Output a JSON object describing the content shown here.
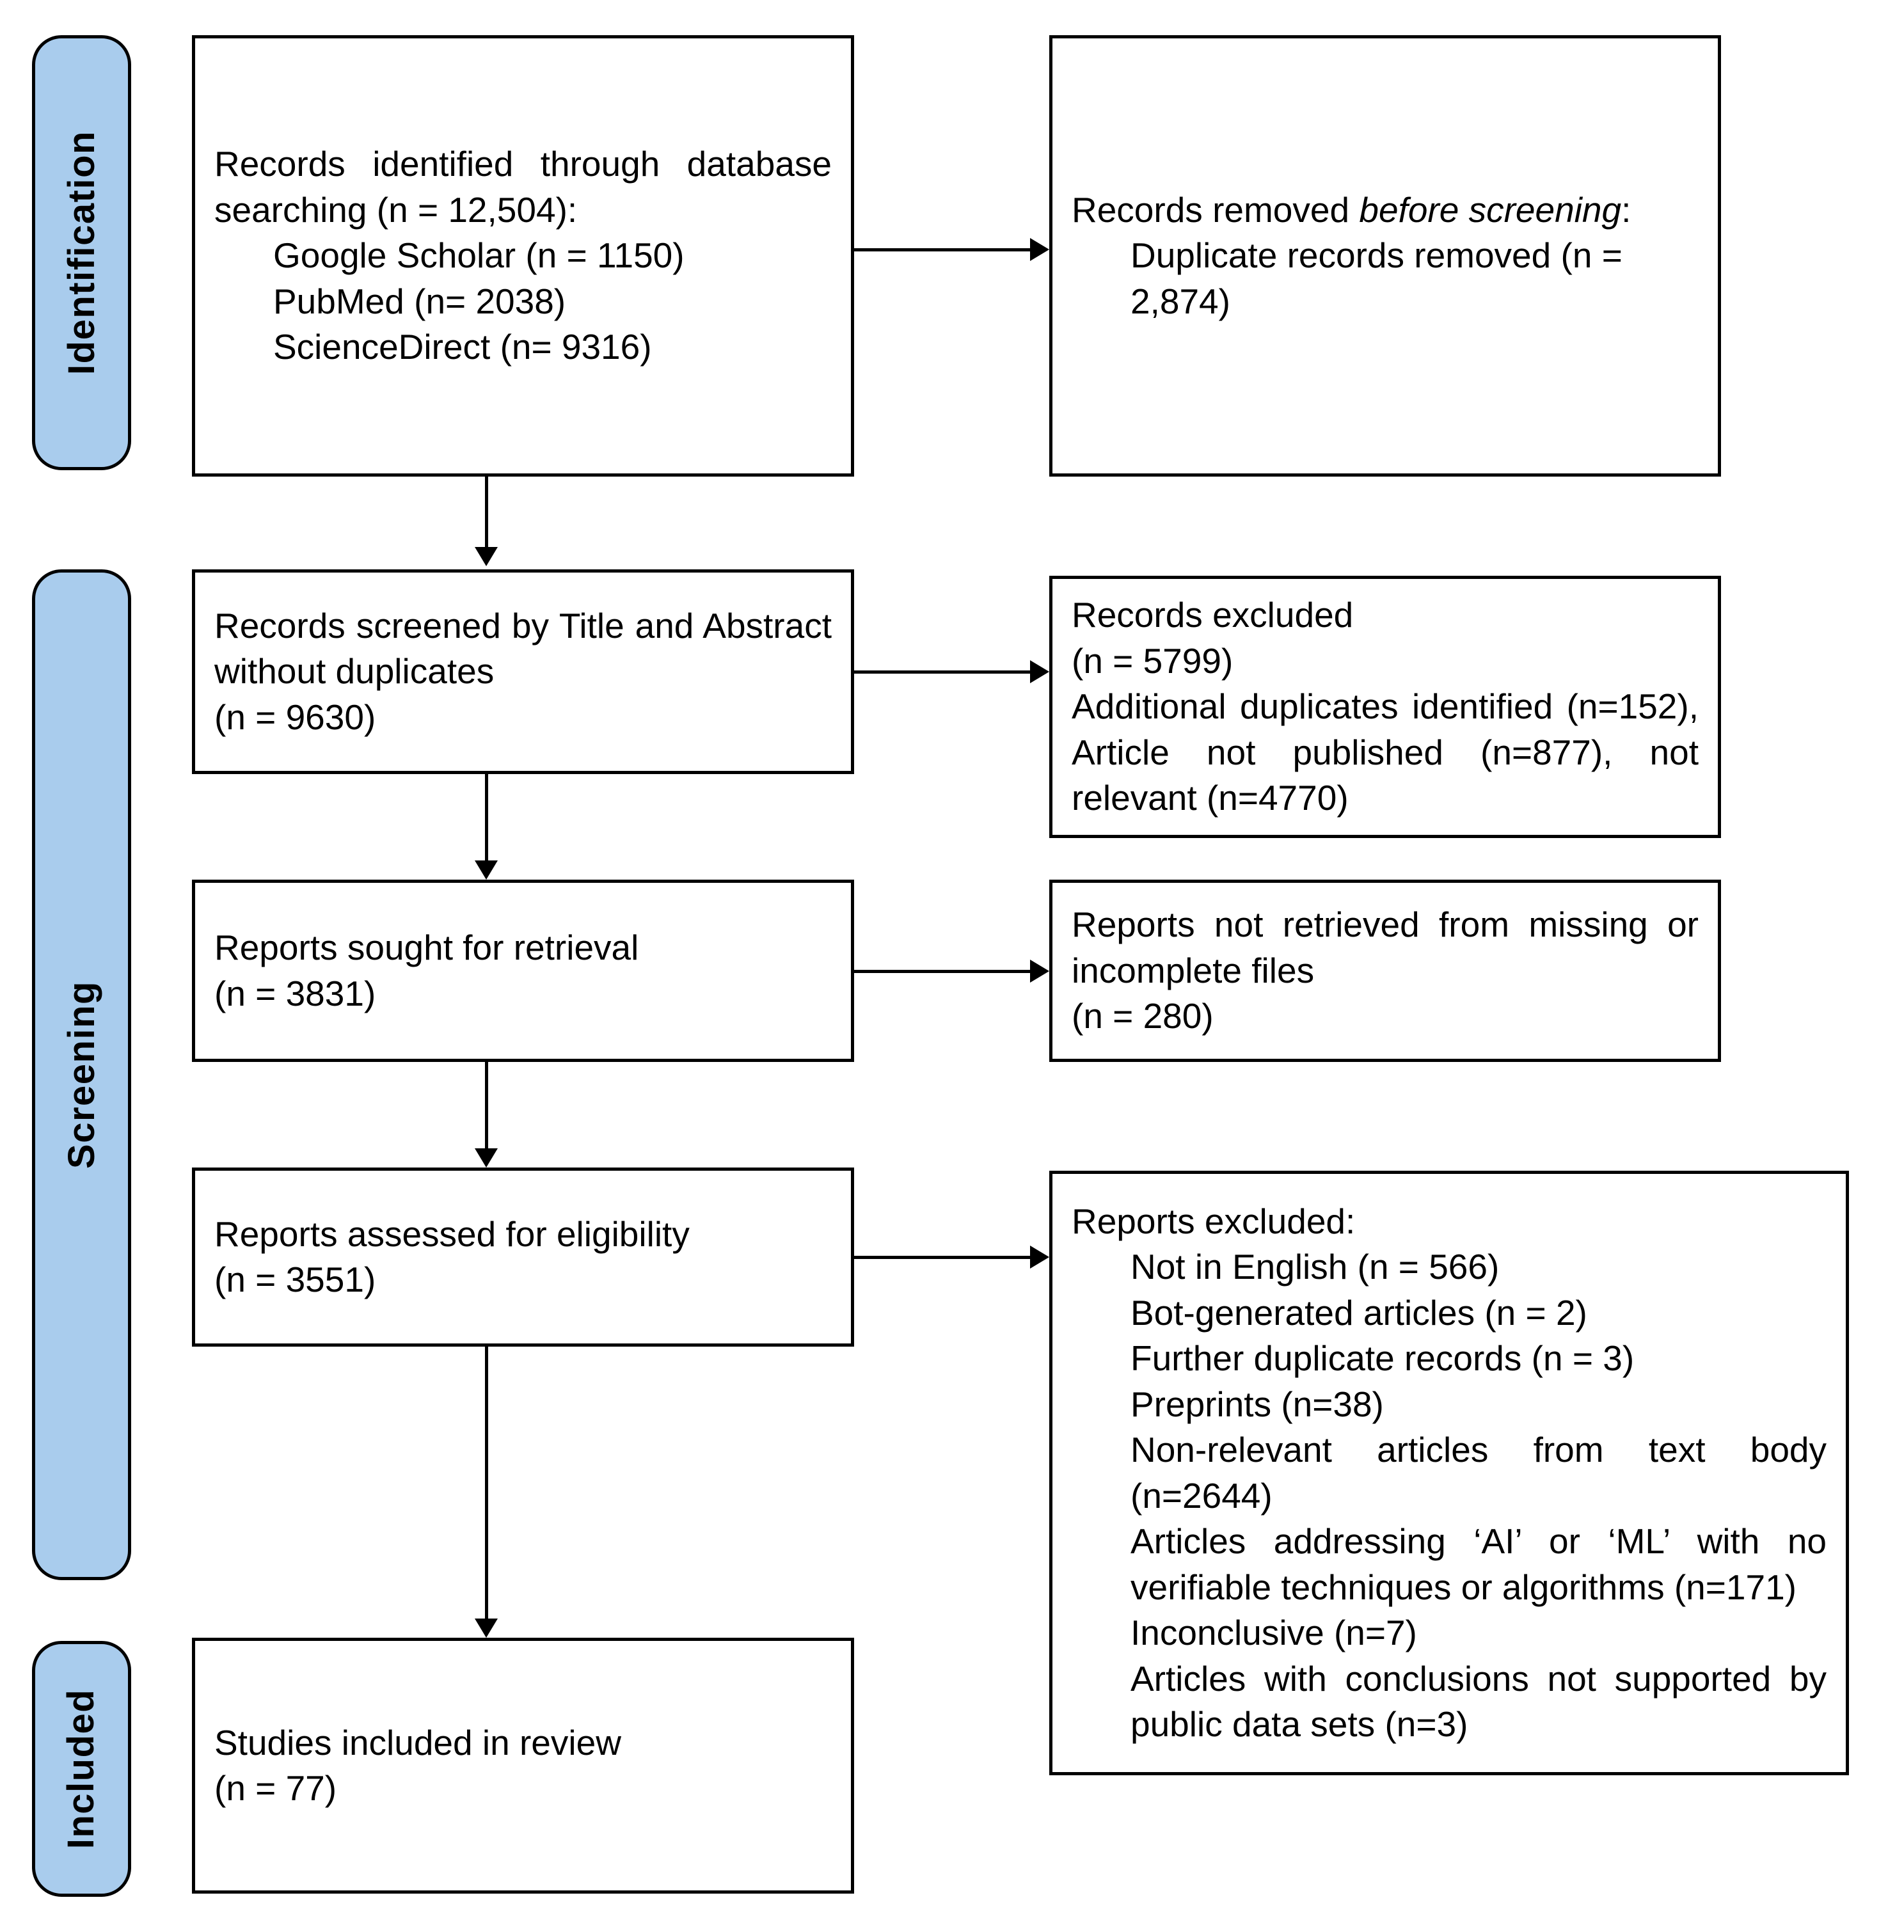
{
  "diagram": {
    "type": "prisma-flow-diagram",
    "title": "PRISMA flow diagram",
    "accent_color": "#a9cced",
    "border_color": "#000000",
    "background_color": "#ffffff"
  },
  "stages": [
    {
      "id": "identification",
      "label": "Identification"
    },
    {
      "id": "screening",
      "label": "Screening"
    },
    {
      "id": "included",
      "label": "Included"
    }
  ],
  "boxes": {
    "identified": {
      "lines": [
        "Records identified through database searching (n = 12,504):",
        "Google Scholar (n = 1150)",
        "PubMed (n= 2038)",
        "ScienceDirect (n= 9316)"
      ],
      "heading": "Records identified through database searching (n = 12,504):",
      "item1": "Google Scholar (n = 1150)",
      "item2": "PubMed (n= 2038)",
      "item3": "ScienceDirect (n= 9316)"
    },
    "removed_before_screening": {
      "heading_pre": "Records removed ",
      "heading_italic": "before screening",
      "heading_post": ":",
      "item1": "Duplicate records removed (n = 2,874)"
    },
    "screened": {
      "line1": "Records screened by Title and Abstract without duplicates",
      "line2": "(n = 9630)"
    },
    "records_excluded": {
      "line1": "Records excluded",
      "line2": "(n = 5799)",
      "line3": "Additional duplicates identified (n=152), Article not published (n=877), not relevant (n=4770)"
    },
    "sought_retrieval": {
      "line1": "Reports sought for retrieval",
      "line2": "(n = 3831)"
    },
    "not_retrieved": {
      "line1": "Reports not retrieved from missing or incomplete files",
      "line2": "(n = 280)"
    },
    "assessed_eligibility": {
      "line1": "Reports assessed for eligibility",
      "line2": "(n = 3551)"
    },
    "reports_excluded": {
      "heading": "Reports excluded:",
      "items": [
        "Not in English (n = 566)",
        "Bot-generated articles (n = 2)",
        "Further duplicate records (n = 3)",
        "Preprints (n=38)",
        "Non-relevant articles from text body (n=2644)",
        "Articles addressing ‘AI’ or ‘ML’ with no verifiable techniques or algorithms (n=171)",
        "Inconclusive (n=7)",
        "Articles with conclusions not supported by public data sets (n=3)"
      ],
      "item0": "Not in English (n = 566)",
      "item1": "Bot-generated articles (n = 2)",
      "item2": "Further duplicate records (n = 3)",
      "item3": "Preprints (n=38)",
      "item4": "Non-relevant articles from text body (n=2644)",
      "item5": "Articles addressing ‘AI’ or ‘ML’ with no verifiable techniques or algorithms (n=171)",
      "item6": "Inconclusive (n=7)",
      "item7": "Articles with conclusions not supported by public data sets (n=3)"
    },
    "included_studies": {
      "line1": "Studies included in review",
      "line2": "(n = 77)"
    }
  },
  "counts": {
    "identified_total": 12504,
    "google_scholar": 1150,
    "pubmed": 2038,
    "sciencedirect": 9316,
    "duplicates_removed": 2874,
    "screened": 9630,
    "records_excluded": 5799,
    "additional_duplicates": 152,
    "article_not_published": 877,
    "not_relevant": 4770,
    "sought_for_retrieval": 3831,
    "not_retrieved": 280,
    "assessed_for_eligibility": 3551,
    "not_in_english": 566,
    "bot_generated": 2,
    "further_duplicates": 3,
    "preprints": 38,
    "non_relevant_text_body": 2644,
    "ai_ml_no_verifiable": 171,
    "inconclusive": 7,
    "conclusions_not_supported": 3,
    "studies_included": 77
  }
}
